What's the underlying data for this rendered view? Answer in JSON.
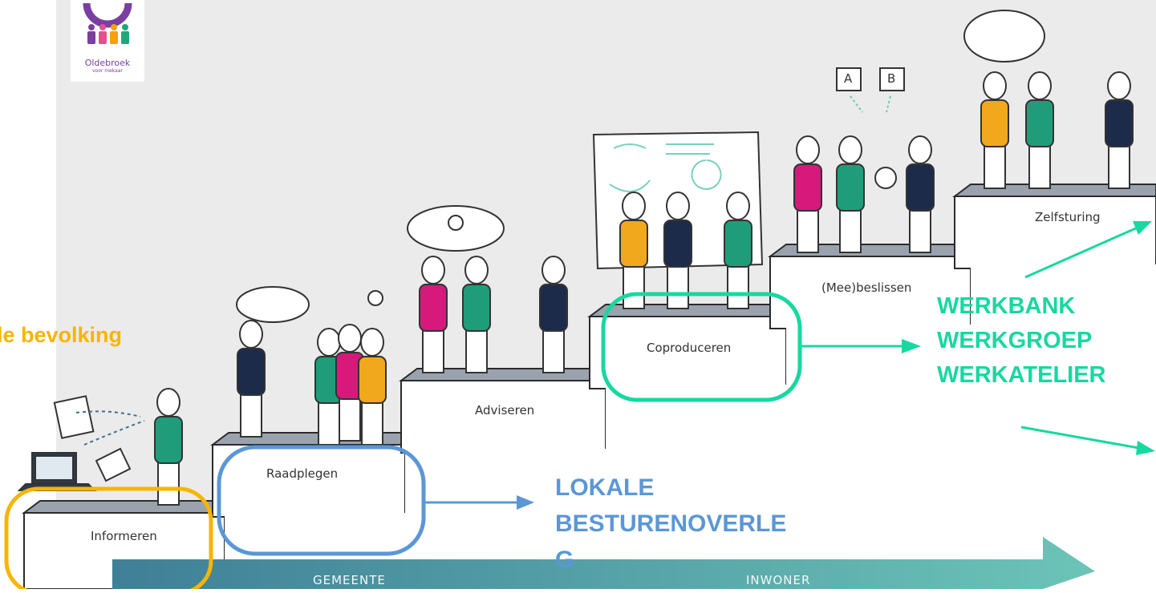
{
  "logo": {
    "name": "Oldebroek",
    "tagline": "voor mekaar"
  },
  "steps": [
    {
      "label": "Informeren"
    },
    {
      "label": "Raadplegen"
    },
    {
      "label": "Adviseren"
    },
    {
      "label": "Coproduceren"
    },
    {
      "label": "(Mee)beslissen"
    },
    {
      "label": "Zelfsturing"
    }
  ],
  "callouts": {
    "population": "le bevolking",
    "local_council": "LOKALE BESTURENOVERLE G",
    "work_lines": [
      "WERKBANK",
      "WERKGROEP",
      "WERKATELIER"
    ]
  },
  "bottom_arrow": {
    "left": "GEMEENTE",
    "right": "INWONER"
  },
  "boards": {
    "a": "A",
    "b": "B"
  },
  "colors": {
    "orange": "#f7b500",
    "blue": "#5b97d6",
    "green": "#17d8a0",
    "navy": "#1d2b4a",
    "teal": "#1f9d7a",
    "magenta": "#d6197a",
    "mustard": "#f2a81d"
  }
}
